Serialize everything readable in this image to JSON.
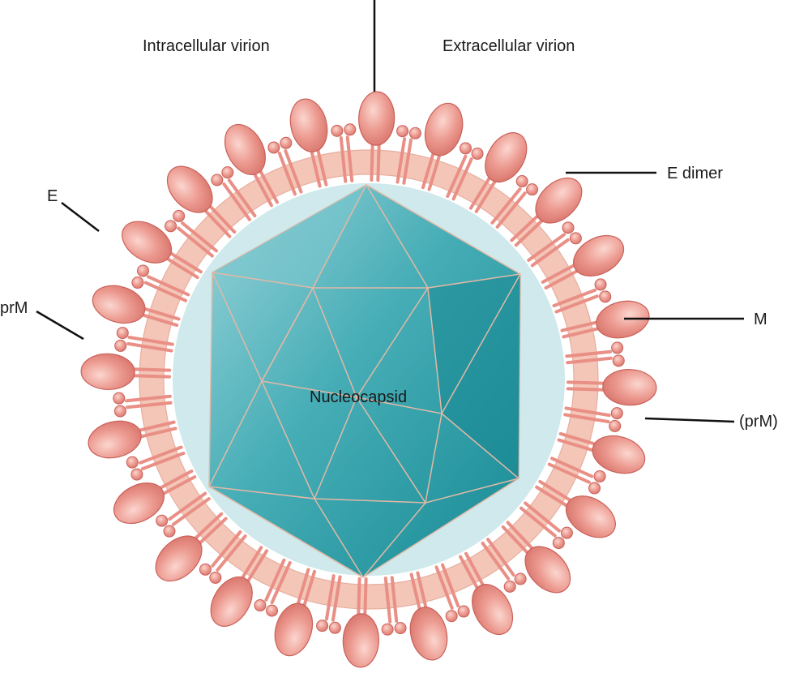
{
  "diagram": {
    "labels": {
      "intracellular": "Intracellular virion",
      "extracellular": "Extracellular virion",
      "e_dimer": "E dimer",
      "e": "E",
      "prm": "prM",
      "m": "M",
      "prm_paren": "(prM)",
      "nucleocapsid": "Nucleocapsid"
    },
    "colors": {
      "membrane": "#f3c6b8",
      "protein": "#e98f85",
      "protein_stroke": "#c9615a",
      "inner_halo": "#cfe9ec",
      "capsid": "#3aa9b3",
      "capsid_dark": "#1d8f99",
      "capsid_edge": "#e2b9a6",
      "leader": "#111111"
    }
  }
}
